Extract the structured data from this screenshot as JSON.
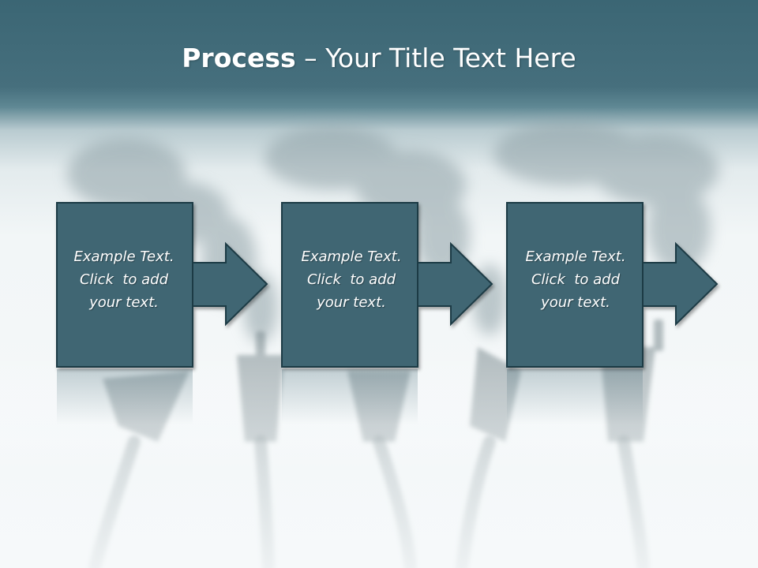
{
  "slide": {
    "title_strong": "Process",
    "title_rest": " – Your Title Text Here"
  },
  "steps": [
    {
      "line1": "Example Text.",
      "line2": "Click  to add",
      "line3": "your text."
    },
    {
      "line1": "Example Text.",
      "line2": "Click  to add",
      "line3": "your text."
    },
    {
      "line1": "Example Text.",
      "line2": "Click  to add",
      "line3": "your text."
    }
  ],
  "colors": {
    "box_fill": "#3f6673",
    "box_border": "#1f3a44",
    "header_band": "#3b6674",
    "text": "#ffffff"
  }
}
